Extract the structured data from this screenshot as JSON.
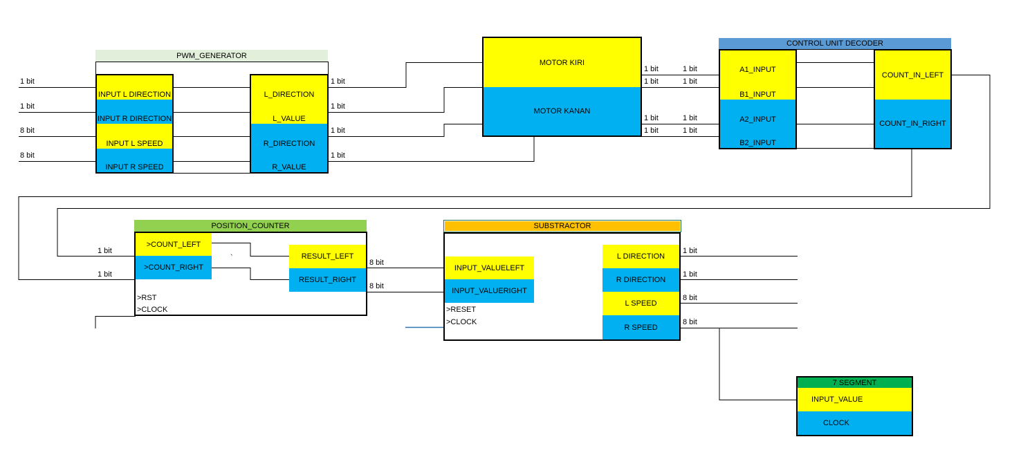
{
  "colors": {
    "input_yellow": "#ffff00",
    "input_blue": "#00b0f0",
    "pwm_title_bg": "#e2efda",
    "decoder_title_bg": "#5b9bd5",
    "counter_title_bg": "#92d050",
    "substractor_title_bg": "#ffc000",
    "seg_title_bg": "#00b050"
  },
  "pwm_generator": {
    "title": "PWM_GENERATOR",
    "inputs": [
      "INPUT L  DIRECTION",
      "INPUT R DIRECTION",
      "INPUT L SPEED",
      "INPUT R SPEED"
    ],
    "outputs": [
      "L_DIRECTION",
      "L_VALUE",
      "R_DIRECTION",
      "R_VALUE"
    ],
    "input_bits": [
      "1 bit",
      "1 bit",
      "8 bit",
      "8 bit"
    ],
    "output_bits": [
      "1 bit",
      "1 bit",
      "1 bit",
      "1 bit"
    ]
  },
  "motors": {
    "kiri": "MOTOR KIRI",
    "kanan": "MOTOR KANAN",
    "bits_out": [
      "1 bit",
      "1 bit",
      "1 bit",
      "1 bit"
    ],
    "bits_in": [
      "1 bit",
      "1 bit",
      "1 bit",
      "1 bit"
    ]
  },
  "decoder": {
    "title": "CONTROL UNIT DECODER",
    "inputs": [
      "A1_INPUT",
      "B1_INPUT",
      "A2_INPUT",
      "B2_INPUT"
    ],
    "outputs": [
      "COUNT_IN_LEFT",
      "COUNT_IN_RIGHT"
    ]
  },
  "position_counter": {
    "title": "POSITION_COUNTER",
    "inputs": [
      ">COUNT_LEFT",
      ">COUNT_RIGHT"
    ],
    "input_bits": [
      "1 bit",
      "1 bit"
    ],
    "outputs": [
      "RESULT_LEFT",
      "RESULT_RIGHT"
    ],
    "output_bits": [
      "8 bit",
      "8 bit"
    ],
    "controls": [
      ">RST",
      ">CLOCK"
    ],
    "stray_mark": "`"
  },
  "substractor": {
    "title": "SUBSTRACTOR",
    "inputs": [
      "INPUT_VALUELEFT",
      "INPUT_VALUERIGHT"
    ],
    "controls": [
      ">RESET",
      ">CLOCK"
    ],
    "outputs": [
      "L DIRECTION",
      "R DIRECTION",
      "L SPEED",
      "R SPEED"
    ],
    "output_bits": [
      "1 bit",
      "1 bit",
      "8 bit",
      "8 bit"
    ]
  },
  "seven_segment": {
    "title": "7 SEGMENT",
    "inputs": [
      "INPUT_VALUE",
      "CLOCK"
    ]
  }
}
